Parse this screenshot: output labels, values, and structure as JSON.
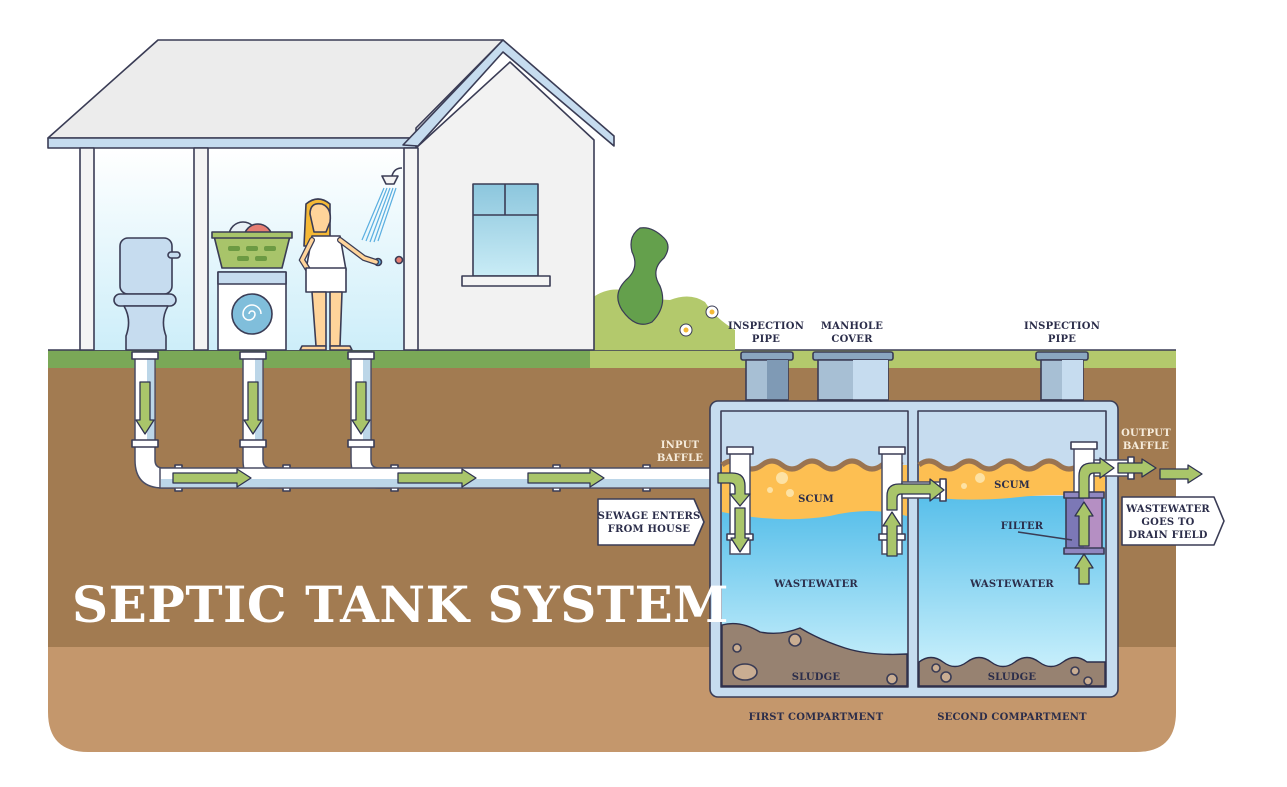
{
  "title": "SEPTIC TANK SYSTEM",
  "labels": {
    "inspection_pipe_1": [
      "INSPECTION",
      "PIPE"
    ],
    "manhole_cover": [
      "MANHOLE",
      "COVER"
    ],
    "inspection_pipe_2": [
      "INSPECTION",
      "PIPE"
    ],
    "input_baffle": [
      "INPUT",
      "BAFFLE"
    ],
    "output_baffle": [
      "OUTPUT",
      "BAFFLE"
    ],
    "sewage_enters": [
      "SEWAGE ENTERS",
      "FROM HOUSE"
    ],
    "wastewater_goes": [
      "WASTEWATER",
      "GOES TO",
      "DRAIN FIELD"
    ],
    "scum_1": "SCUM",
    "scum_2": "SCUM",
    "filter": "FILTER",
    "wastewater_1": "WASTEWATER",
    "wastewater_2": "WASTEWATER",
    "sludge_1": "SLUDGE",
    "sludge_2": "SLUDGE",
    "first_compartment": "FIRST COMPARTMENT",
    "second_compartment": "SECOND COMPARTMENT"
  },
  "house_fixtures": [
    "toilet",
    "washing-machine",
    "shower"
  ],
  "colors": {
    "grass": "#7aa857",
    "soil_top": "#a27b51",
    "soil_bottom": "#c4976c",
    "tank_wall": "#c6dcef",
    "scum": "#fdbf52",
    "water": "#6cc8ee",
    "sludge": "#978271",
    "arrow": "#a9c56a",
    "filter": "#8f87c0",
    "label": "#2b2d4a"
  }
}
